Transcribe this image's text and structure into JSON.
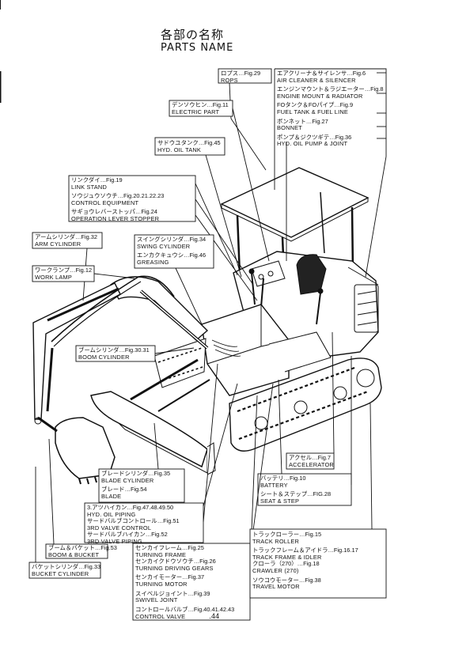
{
  "title": {
    "jp": "各部の名称",
    "en": "PARTS NAME"
  },
  "labels": {
    "rops": {
      "jp": "ロプス…Fig.29",
      "en": "ROPS"
    },
    "air_cleaner": {
      "jp": "エアクリーナ＆サイレンサ…Fig.6",
      "en": "AIR CLEANER & SILENCER"
    },
    "engine_mount": {
      "jp": "エンジンマウント＆ラジエーター…Fig.8",
      "en": "ENGINE MOUNT & RADIATOR"
    },
    "fuel_tank": {
      "jp": "FOタンク＆FOパイプ…Fig.9",
      "en": "FUEL TANK & FUEL LINE"
    },
    "bonnet": {
      "jp": "ボンネット…Fig.27",
      "en": "BONNET"
    },
    "hyd_pump": {
      "jp": "ポンプ＆ジクツギテ…Fig.36",
      "en": "HYD. OIL PUMP & JOINT"
    },
    "electric": {
      "jp": "デンソウヒン…Fig.11",
      "en": "ELECTRIC PART"
    },
    "hyd_tank": {
      "jp": "サドウユタンク…Fig.45",
      "en": "HYD. OIL TANK"
    },
    "link_stand": {
      "jp": "リンクダイ…Fig.19",
      "en": "LINK STAND"
    },
    "control_eq": {
      "jp": "ソウジュウソウチ…Fig.20.21.22.23",
      "en": "CONTROL EQUIPMENT"
    },
    "op_lever": {
      "jp": "サギョウレバーストッパ…Fig.24",
      "en": "OPERATION LEVER STOPPER"
    },
    "arm_cyl": {
      "jp": "アームシリンダ…Fig.32",
      "en": "ARM CYLINDER"
    },
    "work_lamp": {
      "jp": "ワークランプ…Fig.12",
      "en": "WORK LAMP"
    },
    "swing_cyl": {
      "jp": "スイングシリンダ…Fig.34",
      "en": "SWING CYLINDER"
    },
    "greasing": {
      "jp": "エンカクキュウシ…Fig.46",
      "en": "GREASING"
    },
    "boom_cyl": {
      "jp": "ブームシリンダ…Fig.30.31",
      "en": "BOOM CYLINDER"
    },
    "accelerator": {
      "jp": "アクセル…Fig.7",
      "en": "ACCELERATOR"
    },
    "battery": {
      "jp": "バッテリ…Fig.10",
      "en": "BATTERY"
    },
    "seat_step": {
      "jp": "シート＆ステップ…FIG.28",
      "en": "SEAT & STEP"
    },
    "blade_cyl": {
      "jp": "ブレードシリンダ…Fig.35",
      "en": "BLADE CYLINDER"
    },
    "blade": {
      "jp": "ブレード…Fig.54",
      "en": "BLADE"
    },
    "hyd_piping": {
      "jp": "3.アツハイカン…Fig.47.48.49.50",
      "en": "HYD. OIL PIPING"
    },
    "third_valve_ctrl": {
      "jp": "サードバルブコントロール…Fig.51",
      "en": "3RD VALVE CONTROL"
    },
    "third_valve_pipe": {
      "jp": "サードバルブハイカン…Fig.52",
      "en": "3RD VALVE PIPING"
    },
    "boom_bucket": {
      "jp": "ブーム＆バケット…Fig.53",
      "en": "BOOM & BUCKET"
    },
    "bucket_cyl": {
      "jp": "バケットシリンダ…Fig.33",
      "en": "BUCKET CYLINDER"
    },
    "turn_frame": {
      "jp": "センカイフレーム…Fig.25",
      "en": "TURNING FRAME"
    },
    "turn_gears": {
      "jp": "センカイクドウソウチ…Fig.26",
      "en": "TURNING DRIVING GEARS"
    },
    "turn_motor": {
      "jp": "センカイモーター…Fig.37",
      "en": "TURNING MOTOR"
    },
    "swivel": {
      "jp": "スイベルジョイント…Fig.39",
      "en": "SWIVEL JOINT"
    },
    "control_valve": {
      "jp": "コントロールバルブ…Fig.40.41.42.43",
      "en": "CONTROL VALVE",
      "extra": ".44"
    },
    "track_roller": {
      "jp": "トラックローラー…Fig.15",
      "en": "TRACK ROLLER"
    },
    "track_frame": {
      "jp": "トラックフレーム＆アイドラ…Fig.16.17",
      "en": "TRACK FRAME & IDLER"
    },
    "crawler": {
      "jp": "クローラ（270）…Fig.18",
      "en": "CRAWLER (270)"
    },
    "travel_motor": {
      "jp": "ソウコウモーター…Fig.38",
      "en": "TRAVEL MOTOR"
    }
  }
}
